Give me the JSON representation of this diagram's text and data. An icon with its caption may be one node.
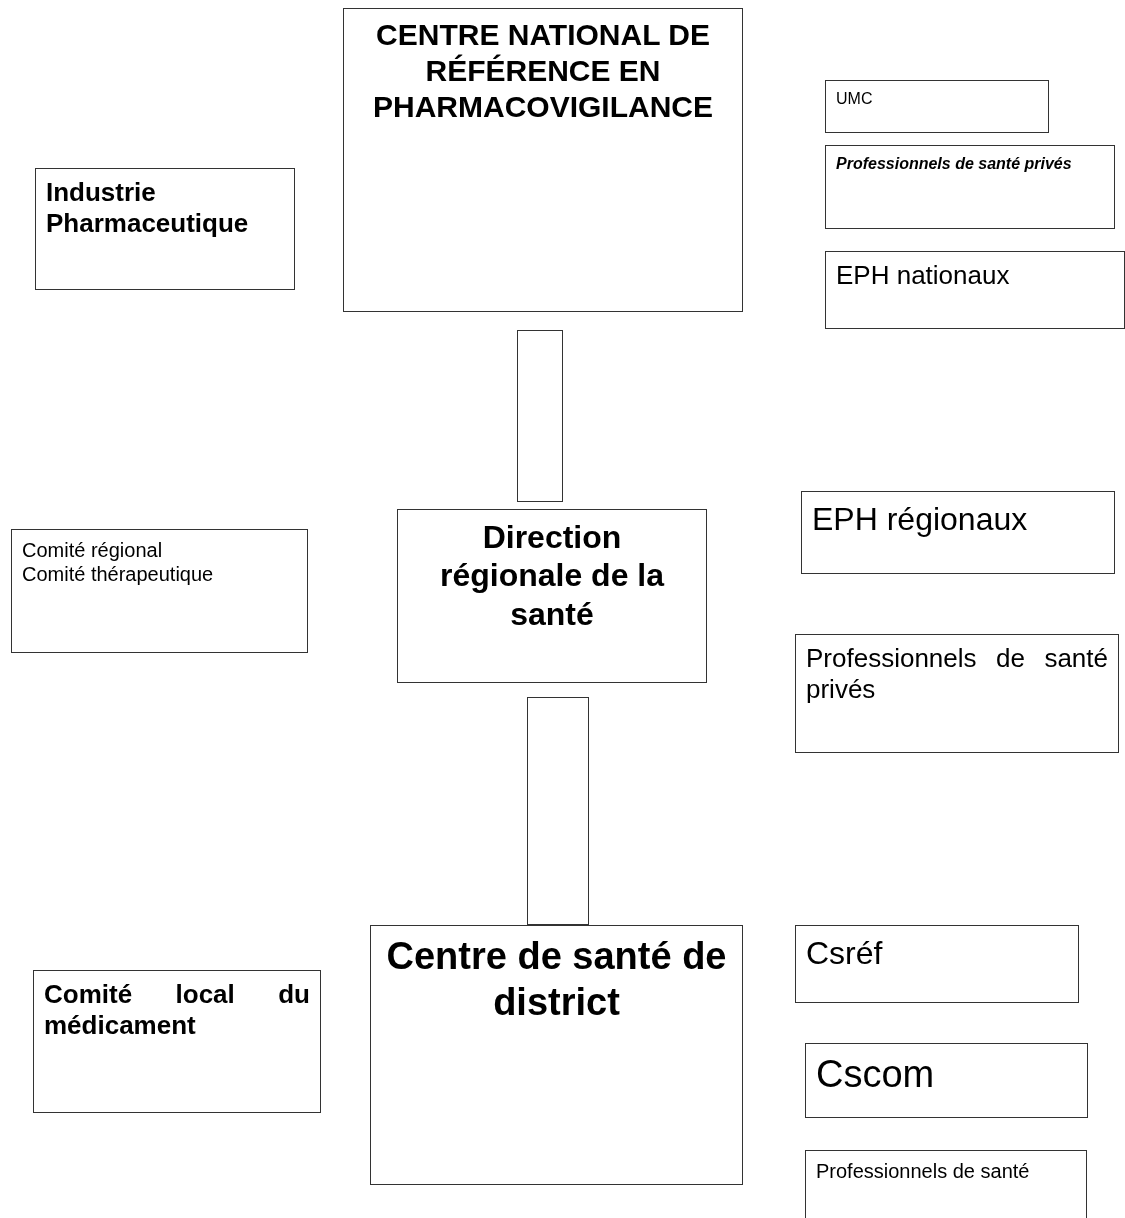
{
  "diagram": {
    "nodes": [
      {
        "text": [
          "CENTRE NATIONAL DE RÉFÉRENCE EN PHARMACOVIGILANCE"
        ]
      },
      {
        "text": [
          "UMC"
        ]
      },
      {
        "text": [
          "Professionnels de santé privés"
        ]
      },
      {
        "text": [
          "EPH nationaux"
        ]
      },
      {
        "text": [
          "Industrie Pharmaceutique"
        ]
      },
      {
        "text": [],
        "shape": "bar"
      },
      {
        "text": [
          "EPH régionaux"
        ]
      },
      {
        "text": [
          "Comité régional",
          "Comité thérapeutique"
        ]
      },
      {
        "text": [
          "Direction régionale de la santé"
        ]
      },
      {
        "text": [
          "Professionnels de santé privés"
        ]
      },
      {
        "text": [],
        "shape": "bar"
      },
      {
        "text": [
          "Csréf"
        ]
      },
      {
        "text": [
          "Comité local du médicament"
        ]
      },
      {
        "text": [
          "Centre de santé de district"
        ]
      },
      {
        "text": [
          "Cscom"
        ]
      },
      {
        "text": [
          "Professionnels de santé"
        ]
      }
    ],
    "edges": []
  }
}
